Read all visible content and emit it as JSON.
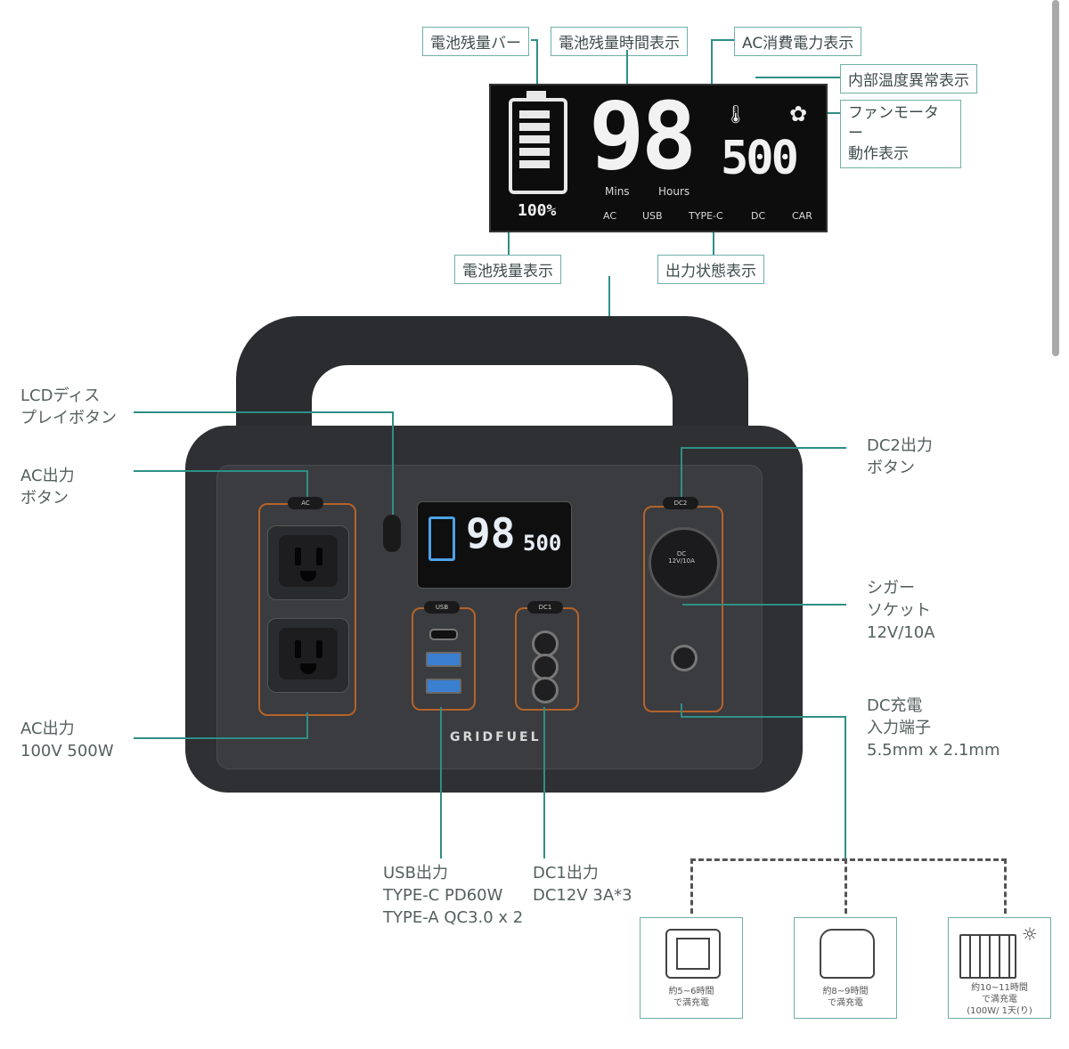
{
  "top_labels": {
    "battery_bar": "電池残量バー",
    "battery_time": "電池残量時間表示",
    "ac_power": "AC消費電力表示",
    "temp_alarm": "内部温度異常表示",
    "fan_motor": "ファンモーター\n動作表示",
    "battery_level": "電池残量表示",
    "output_state": "出力状態表示"
  },
  "lcd": {
    "hours_digits": "98",
    "mins_label": "Mins",
    "hours_label": "Hours",
    "watts_digits": "500",
    "percent": "100%",
    "indicators": [
      "AC",
      "USB",
      "TYPE-C",
      "DC",
      "CAR"
    ]
  },
  "side_labels": {
    "lcd_button": "LCDディス\nプレイボタン",
    "ac_button": "AC出力\nボタン",
    "ac_output": "AC出力\n100V 500W",
    "dc2_button": "DC2出力\nボタン",
    "cigar": "シガー\nソケット\n12V/10A",
    "dc_charge": "DC充電\n入力端子\n5.5mm x 2.1mm",
    "usb_output": "USB出力\nTYPE-C PD60W\nTYPE-A QC3.0 x 2",
    "dc1_output": "DC1出力\nDC12V 3A*3"
  },
  "device": {
    "brand": "GRIDFUEL",
    "ac_btn": "AC",
    "usb_btn": "USB",
    "dc1_btn": "DC1",
    "dc2_btn": "DC2",
    "small_digits": "98",
    "small_watts": "500",
    "cigar_text": "DC\n12V/10A"
  },
  "charge_cards": [
    {
      "line1": "約5~6時間",
      "line2": "で満充電"
    },
    {
      "line1": "約8~9時間",
      "line2": "で満充電"
    },
    {
      "line1": "約10~11時間",
      "line2": "で満充電\n(100W/ 1天(り)"
    }
  ]
}
